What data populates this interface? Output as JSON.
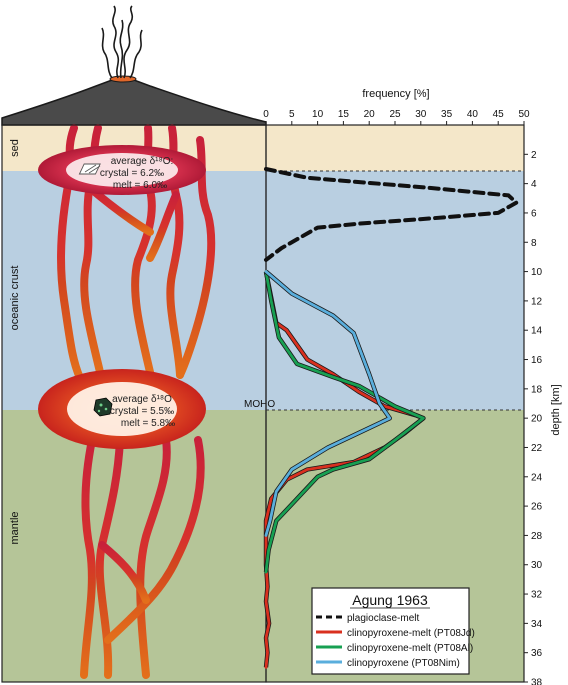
{
  "layers": {
    "sed": "sed",
    "oceanic_crust": "oceanic crust",
    "mantle": "mantle",
    "moho": "MOHO"
  },
  "chambers": {
    "upper": {
      "title": "average δ¹⁸O:",
      "crystal": "crystal = 6.2‰",
      "melt": "melt = 6.0‰"
    },
    "lower": {
      "title": "average δ¹⁸O",
      "crystal": "crystal = 5.5‰",
      "melt": "melt = 5.8‰"
    }
  },
  "colors": {
    "sediment": "#f4e7c9",
    "crust": "#b9cfe1",
    "mantle": "#b5c598",
    "volcano": "#4a4a4a",
    "plagioclase_melt": "#111111",
    "cpx_melt_jd": "#d9301f",
    "cpx_melt_al": "#17a052",
    "cpx_nim": "#5aaedc"
  },
  "chart_data": {
    "type": "line",
    "title": "Agung 1963",
    "xlabel": "frequency [%]",
    "ylabel": "depth [km]",
    "xlim": [
      0,
      50
    ],
    "ylim": [
      38,
      0
    ],
    "x_ticks": [
      0,
      5,
      10,
      15,
      20,
      25,
      30,
      35,
      40,
      45,
      50
    ],
    "y_ticks": [
      2,
      4,
      6,
      8,
      10,
      12,
      14,
      16,
      18,
      20,
      22,
      24,
      26,
      28,
      30,
      32,
      34,
      36,
      38
    ],
    "series": [
      {
        "name": "plagioclase-melt",
        "style": "dashed",
        "points": [
          [
            0,
            3
          ],
          [
            8,
            3.6
          ],
          [
            32,
            4.3
          ],
          [
            47,
            4.8
          ],
          [
            48.5,
            5.3
          ],
          [
            45,
            6.0
          ],
          [
            31,
            6.4
          ],
          [
            19,
            6.7
          ],
          [
            10,
            7.0
          ],
          [
            7,
            7.6
          ],
          [
            3,
            8.4
          ],
          [
            0,
            9.2
          ]
        ]
      },
      {
        "name": "clinopyroxene-melt (PT08Jd)",
        "style": "solid",
        "points": [
          [
            0,
            10
          ],
          [
            2,
            13.5
          ],
          [
            4,
            14
          ],
          [
            8,
            16
          ],
          [
            13,
            17
          ],
          [
            18,
            18.2
          ],
          [
            23,
            19.2
          ],
          [
            29,
            19.8
          ],
          [
            30.5,
            20
          ],
          [
            27,
            21
          ],
          [
            23,
            22
          ],
          [
            17,
            23
          ],
          [
            8,
            23.5
          ],
          [
            4,
            24.2
          ],
          [
            1,
            25.5
          ],
          [
            0,
            27
          ],
          [
            0,
            30
          ],
          [
            0.3,
            31.5
          ],
          [
            0,
            32.5
          ],
          [
            0.6,
            34
          ],
          [
            0,
            35
          ],
          [
            0.3,
            36
          ],
          [
            0,
            37
          ]
        ]
      },
      {
        "name": "clinopyroxene-melt (PT08Al)",
        "style": "solid",
        "points": [
          [
            0,
            10
          ],
          [
            1,
            12
          ],
          [
            2.5,
            14.5
          ],
          [
            6,
            16.3
          ],
          [
            13,
            17.2
          ],
          [
            18,
            17.8
          ],
          [
            25,
            19.2
          ],
          [
            30.5,
            20
          ],
          [
            25,
            21.5
          ],
          [
            20,
            22.8
          ],
          [
            13,
            23.5
          ],
          [
            10,
            24
          ],
          [
            6,
            25.5
          ],
          [
            2,
            27
          ],
          [
            0.5,
            29
          ],
          [
            0,
            30.5
          ]
        ]
      },
      {
        "name": "clinopyroxene (PT08Nim)",
        "style": "solid",
        "points": [
          [
            0,
            10
          ],
          [
            5,
            11.5
          ],
          [
            13,
            13
          ],
          [
            17,
            14.2
          ],
          [
            20,
            17
          ],
          [
            22,
            19
          ],
          [
            24,
            20
          ],
          [
            12,
            22
          ],
          [
            5,
            23.5
          ],
          [
            2,
            25
          ],
          [
            0.8,
            27
          ],
          [
            0,
            28
          ]
        ]
      }
    ]
  }
}
